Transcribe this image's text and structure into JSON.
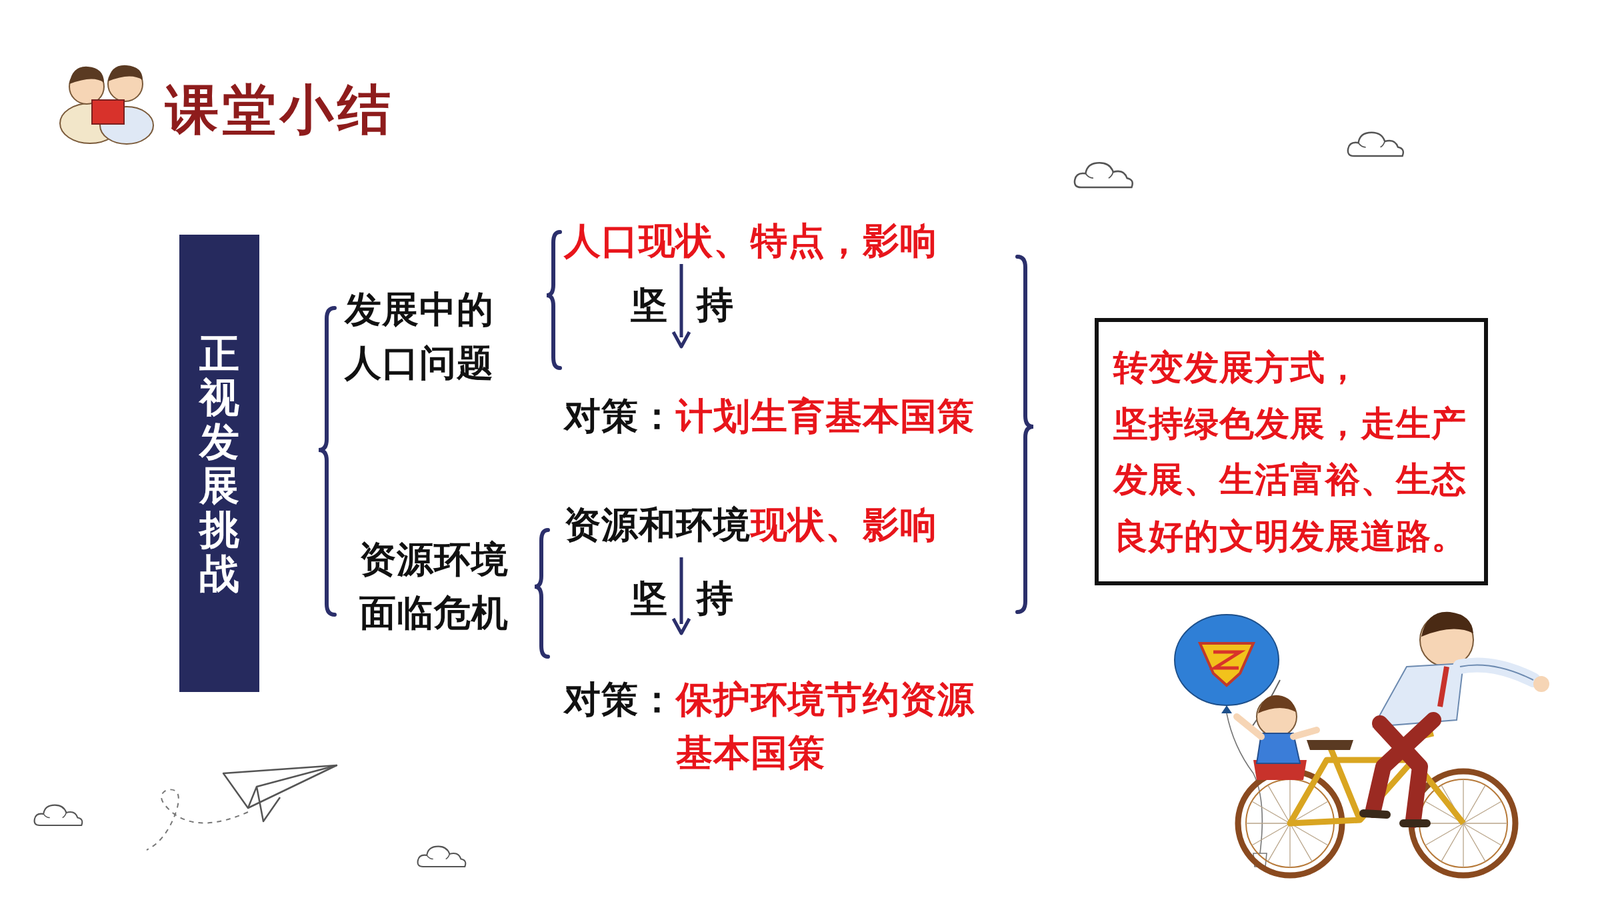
{
  "diagram": {
    "title": "课堂小结",
    "nodes": [
      {
        "text": [
          "正视发展挑战"
        ]
      },
      {
        "text": [
          "发展中的 人口问题"
        ]
      },
      {
        "text": [
          "资源环境 面临危机"
        ]
      },
      {
        "text": [
          "转变发展方式， 坚持绿色发展，走生产 发展、生活富裕、生态 良好的文明发展道路。"
        ]
      }
    ],
    "labels": [
      "人口现状、特点，影响",
      "坚持",
      "对策：",
      "计划生育基本国策",
      "资源和环境",
      "现状、影响",
      "坚持",
      "对策：",
      "保护环境节约资源 基本国策"
    ]
  }
}
